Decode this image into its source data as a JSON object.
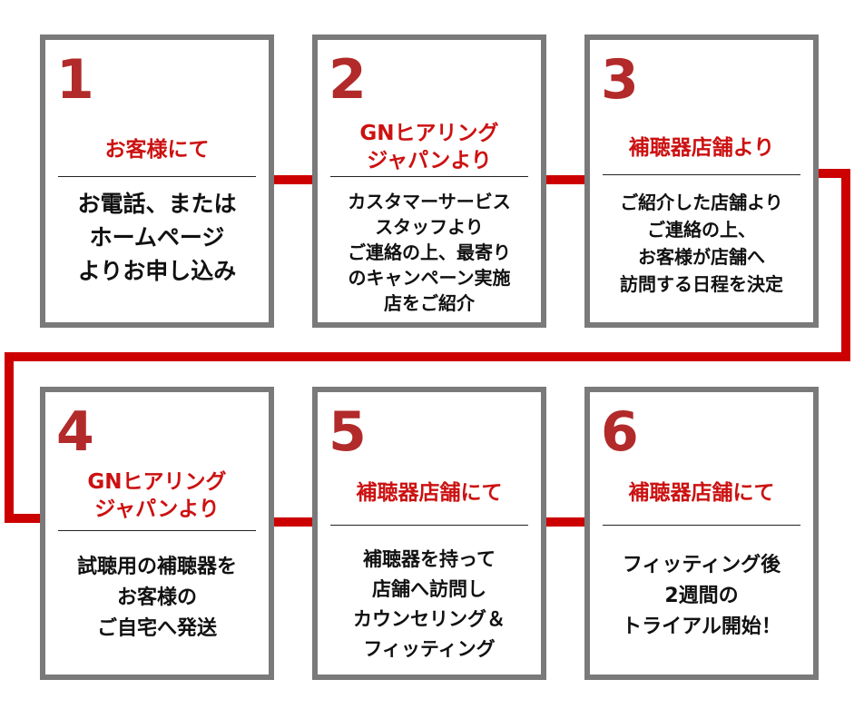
{
  "colors": {
    "connector": "#cc0000",
    "border": "#7a7a7a",
    "title": "#cc1111",
    "number": "#b22a2a",
    "text": "#111111"
  },
  "steps": [
    {
      "number": "1",
      "title": "お客様にて",
      "body": "お電話、または\nホームページ\nよりお申し込み"
    },
    {
      "number": "2",
      "title": "GNヒアリング\nジャパンより",
      "body": "カスタマーサービス\nスタッフより\nご連絡の上、最寄り\nのキャンペーン実施\n店をご紹介"
    },
    {
      "number": "3",
      "title": "補聴器店舗より",
      "body": "ご紹介した店舗より\nご連絡の上、\nお客様が店舗へ\n訪問する日程を決定"
    },
    {
      "number": "4",
      "title": "GNヒアリング\nジャパンより",
      "body": "試聴用の補聴器を\nお客様の\nご自宅へ発送"
    },
    {
      "number": "5",
      "title": "補聴器店舗にて",
      "body": "補聴器を持って\n店舗へ訪問し\nカウンセリング＆\nフィッティング"
    },
    {
      "number": "6",
      "title": "補聴器店舗にて",
      "body": "フィッティング後\n2週間の\nトライアル開始！"
    }
  ]
}
